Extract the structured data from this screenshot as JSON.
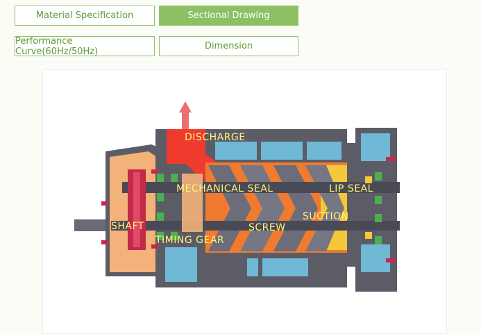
{
  "tabs": {
    "material": "Material Specification",
    "sectional": "Sectional Drawing",
    "performance": "Performance Curve(60Hz/50Hz)",
    "dimension": "Dimension"
  },
  "labels": {
    "discharge": "DISCHARGE",
    "mechanical_seal": "MECHANICAL SEAL",
    "lip_seal": "LIP SEAL",
    "shaft": "SHAFT",
    "screw": "SCREW",
    "suction": "SUCTION",
    "timing_gear": "TIMING GEAR"
  },
  "colors": {
    "accent": "#8cc063",
    "label_text": "#fff37a"
  }
}
